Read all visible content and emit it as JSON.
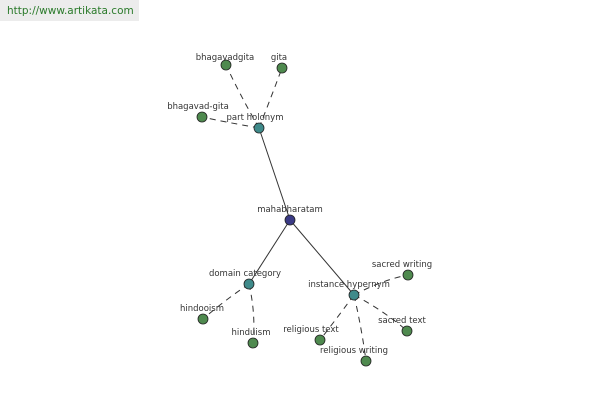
{
  "header": {
    "url": "http://www.artikata.com"
  },
  "graph": {
    "colors": {
      "root": "#3a3a85",
      "relation": "#3f8a8a",
      "leaf": "#4f8a4f",
      "edge": "#333333"
    },
    "root": {
      "label": "mahabharatam"
    },
    "relations": [
      {
        "label": "part holonym"
      },
      {
        "label": "domain category"
      },
      {
        "label": "instance hypernym"
      }
    ],
    "leaves": [
      {
        "label": "bhagavadgita"
      },
      {
        "label": "gita"
      },
      {
        "label": "bhagavad-gita"
      },
      {
        "label": "hindooism"
      },
      {
        "label": "hinduism"
      },
      {
        "label": "sacred writing"
      },
      {
        "label": "sacred text"
      },
      {
        "label": "religious text"
      },
      {
        "label": "religious writing"
      }
    ]
  }
}
